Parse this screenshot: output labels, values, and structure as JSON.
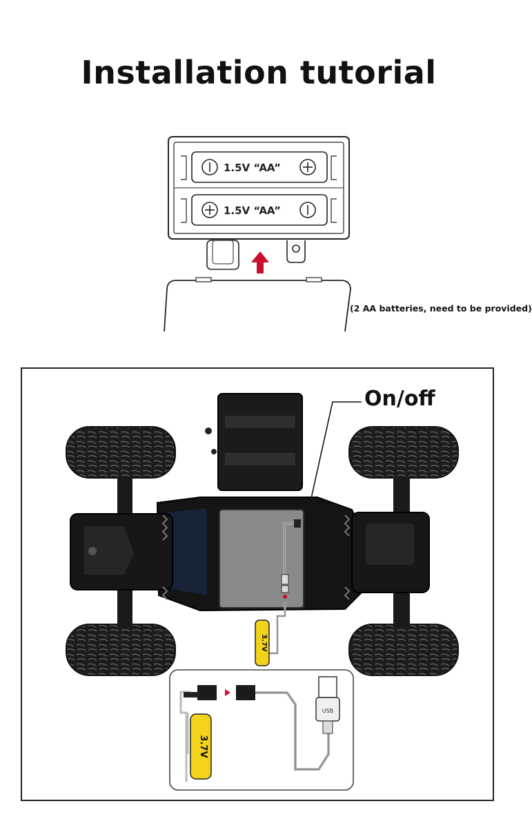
{
  "header": {
    "title": "Installation tutorial"
  },
  "battery_box": {
    "slot_top_label": "1.5V “AA”",
    "slot_bottom_label": "1.5V “AA”",
    "note": "(2 AA batteries, need to be provided)"
  },
  "car_diagram": {
    "switch_label": "On/off",
    "battery_label": "3.7V",
    "charger_battery_label": "3.7V",
    "usb_label": "USB"
  },
  "colors": {
    "arrow": "#c8102e",
    "battery_yellow": "#f3d21b",
    "body": "#1a1a1a",
    "compartment": "#8a8a8a"
  }
}
